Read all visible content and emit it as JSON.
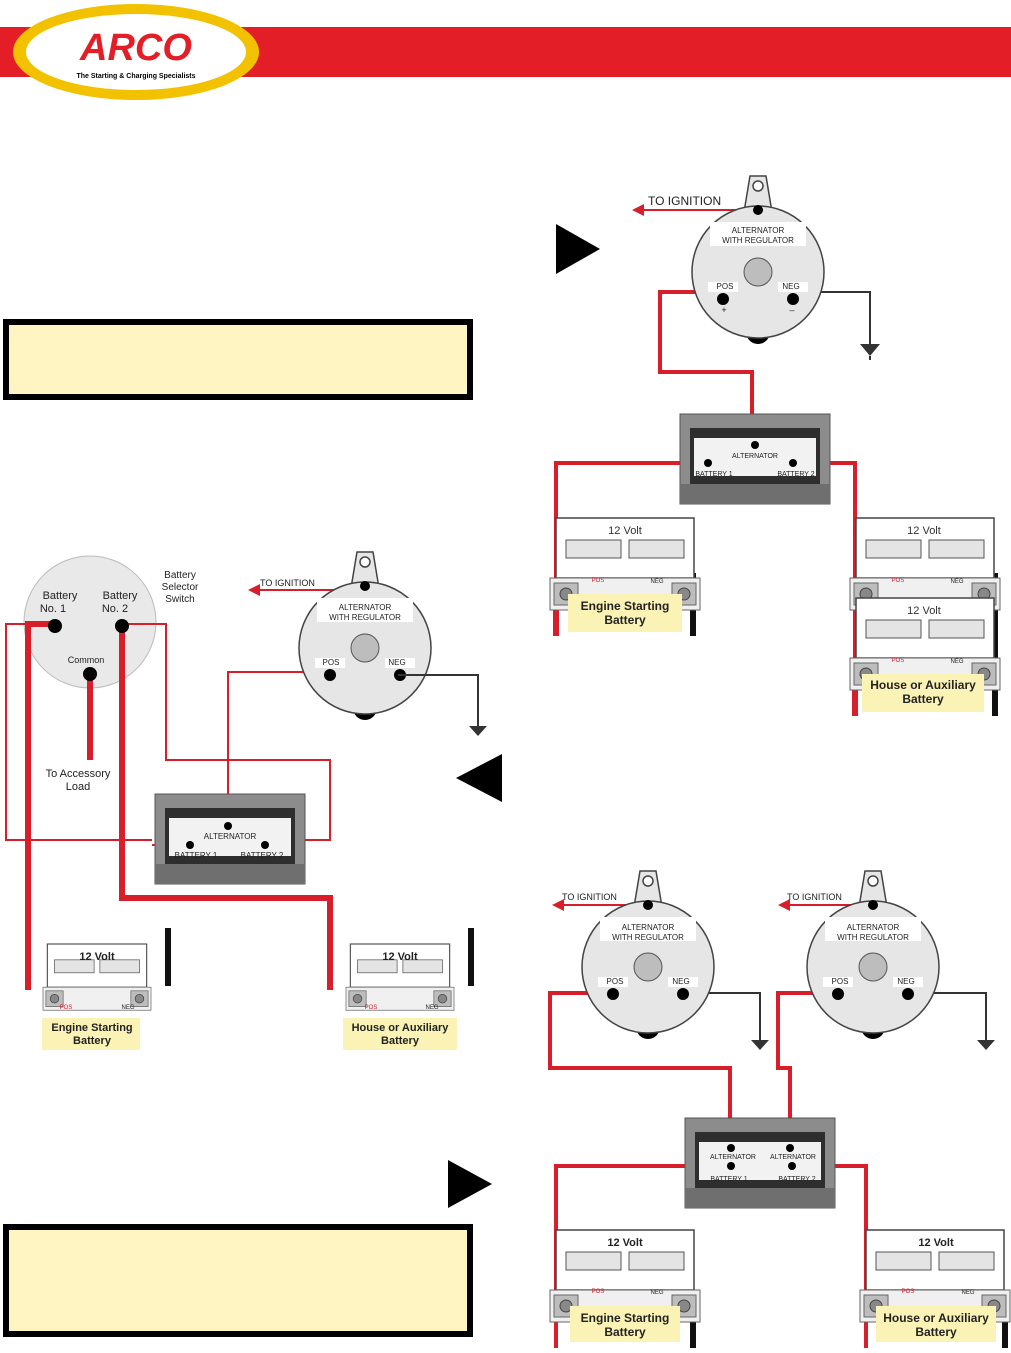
{
  "brand": {
    "logo_text": "ARCO",
    "tagline": "The Starting & Charging Specialists"
  },
  "colors": {
    "red": "#e41e26",
    "yellow_logo": "#f2c200",
    "note_fill": "#fff5c3",
    "label_fill": "#fbf3b5",
    "wire_red": "#d81e2a"
  },
  "labels": {
    "to_ignition": "TO IGNITION",
    "alternator_with_regulator_1": "ALTERNATOR",
    "alternator_with_regulator_2": "WITH REGULATOR",
    "pos": "POS",
    "neg": "NEG",
    "plus": "+",
    "minus": "–",
    "twelve_volt": "12 Volt",
    "engine_starting_1": "Engine Starting",
    "engine_starting_2": "Battery",
    "house_aux_1": "House or Auxiliary",
    "house_aux_2": "Battery",
    "isolator_alternator": "ALTERNATOR",
    "isolator_battery1": "BATTERY 1",
    "isolator_battery2": "BATTERY 2",
    "switch_battery1_a": "Battery",
    "switch_battery1_b": "No. 1",
    "switch_battery2_a": "Battery",
    "switch_battery2_b": "No. 2",
    "switch_common": "Common",
    "switch_title_1": "Battery",
    "switch_title_2": "Selector",
    "switch_title_3": "Switch",
    "accessory_1": "To Accessory",
    "accessory_2": "Load"
  },
  "notes": {
    "top_note": "",
    "bottom_note": ""
  }
}
